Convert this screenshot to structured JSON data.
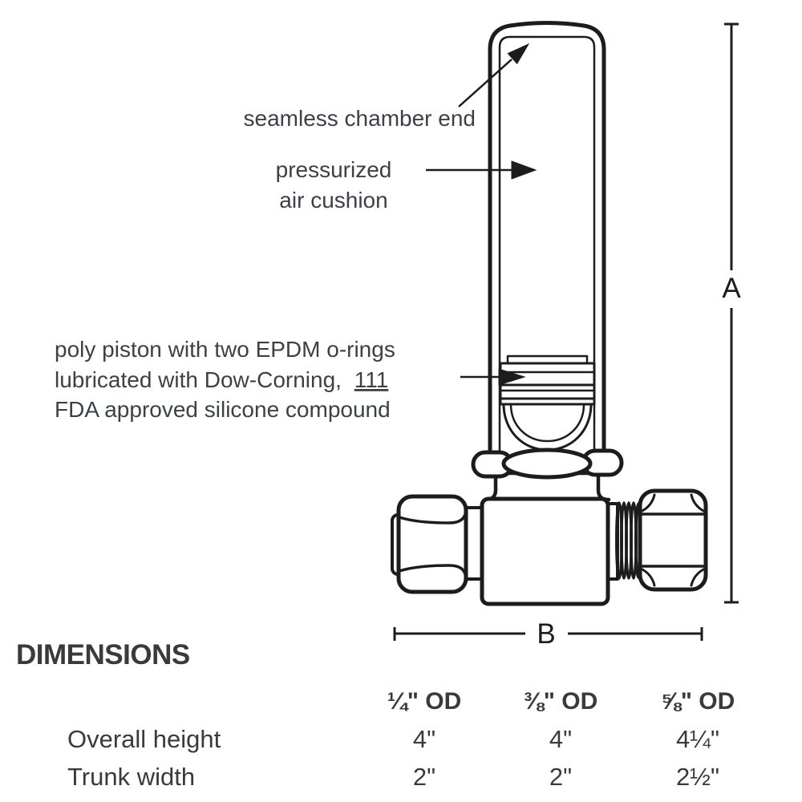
{
  "diagram": {
    "labels": {
      "seamless_chamber_end": "seamless chamber end",
      "pressurized_line1": "pressurized",
      "pressurized_line2": "air cushion",
      "piston_line1": "poly piston with two EPDM o-rings",
      "piston_line2_prefix": "lubricated with Dow-Corning,",
      "piston_line2_number": "111",
      "piston_line3": "FDA approved silicone compound",
      "dim_height_letter": "A",
      "dim_width_letter": "B"
    },
    "colors": {
      "line_color": "#1c1c1c",
      "label_text_color": "#3b4147"
    }
  },
  "dimensions_table": {
    "title": "DIMENSIONS",
    "columns": [
      "¼\" OD",
      "⅜\" OD",
      "⅝\" OD"
    ],
    "rows": [
      {
        "label": "Overall height",
        "values": [
          "4\"",
          "4\"",
          "4¼\""
        ]
      },
      {
        "label": "Trunk width",
        "values": [
          "2\"",
          "2\"",
          "2½\""
        ]
      }
    ]
  }
}
